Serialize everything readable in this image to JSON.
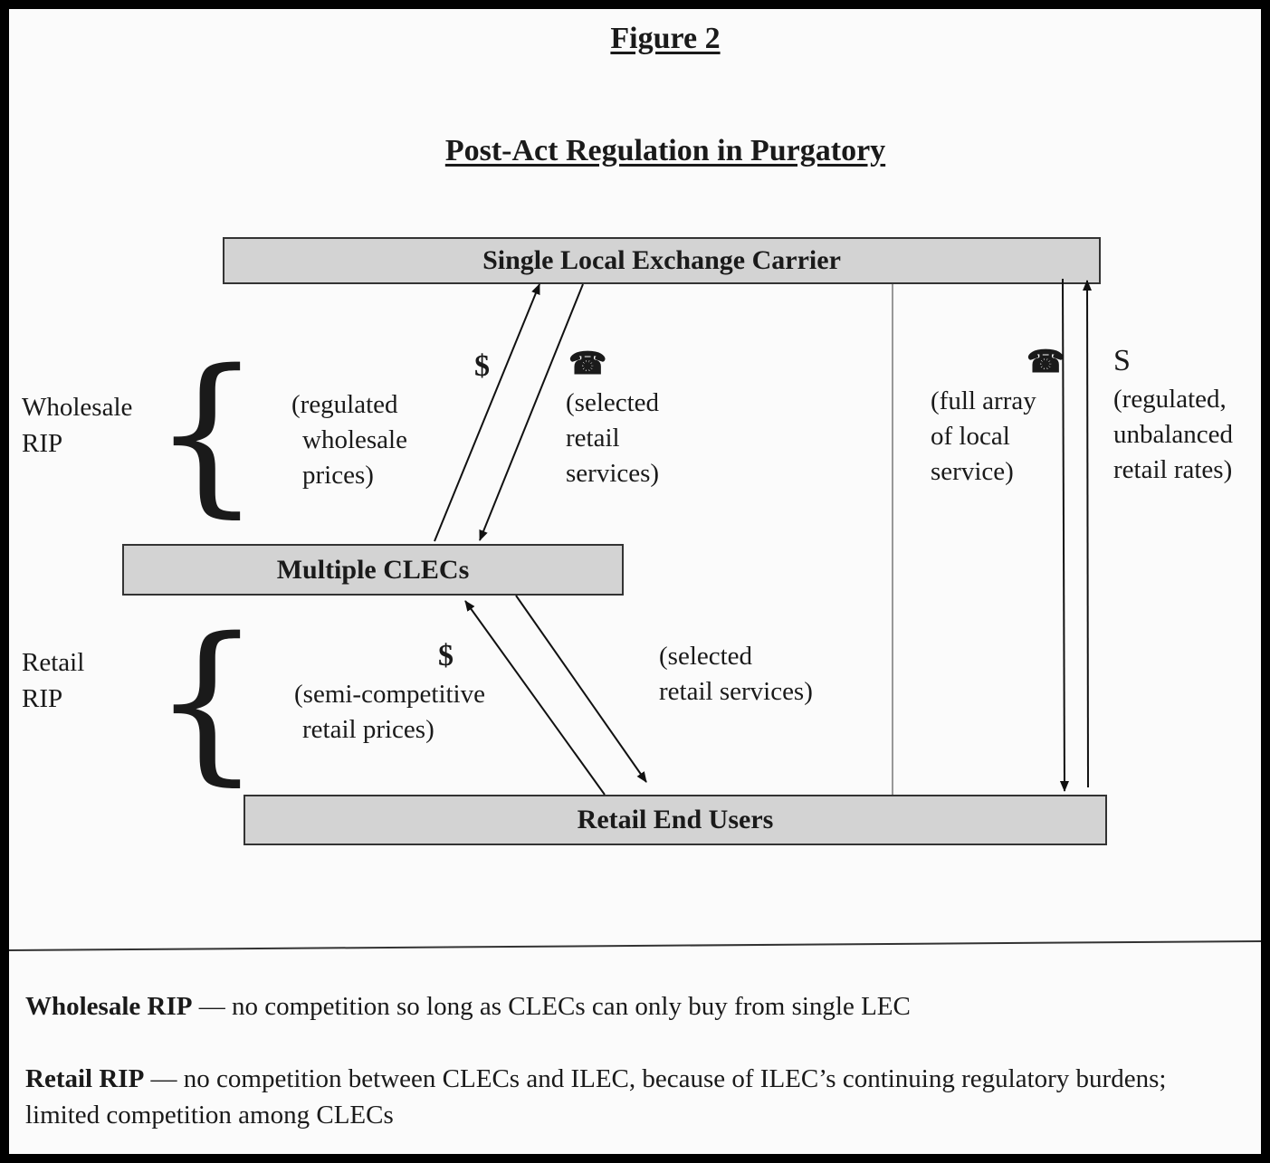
{
  "figure_number": "Figure 2",
  "figure_title": "Post-Act Regulation in Purgatory",
  "boxes": {
    "lec": "Single Local Exchange Carrier",
    "clecs": "Multiple CLECs",
    "users": "Retail End Users"
  },
  "side_labels": {
    "wholesale": [
      "Wholesale",
      "RIP"
    ],
    "retail": [
      "Retail",
      "RIP"
    ]
  },
  "flow_labels": {
    "wholesale_money_symbol": "$",
    "wholesale_money_text": [
      "(regulated",
      "wholesale",
      "prices)"
    ],
    "wholesale_phone_symbol": "☎",
    "wholesale_phone_text": [
      "(selected",
      "retail",
      "services)"
    ],
    "retail_money_symbol": "$",
    "retail_money_text": [
      "(semi-competitive",
      "retail prices)"
    ],
    "retail_service_text": [
      "(selected",
      "retail services)"
    ],
    "direct_phone_symbol": "☎",
    "direct_phone_text": [
      "(full array",
      "of local",
      "service)"
    ],
    "direct_money_symbol": "S",
    "direct_money_text": [
      "(regulated,",
      "unbalanced",
      "retail rates)"
    ]
  },
  "legend": [
    {
      "term": "Wholesale RIP",
      "text": " — no competition so long as CLECs can only buy from single LEC"
    },
    {
      "term": "Retail RIP",
      "text": " — no competition between CLECs and ILEC, because of ILEC’s continuing regulatory burdens; limited competition among CLECs"
    }
  ]
}
